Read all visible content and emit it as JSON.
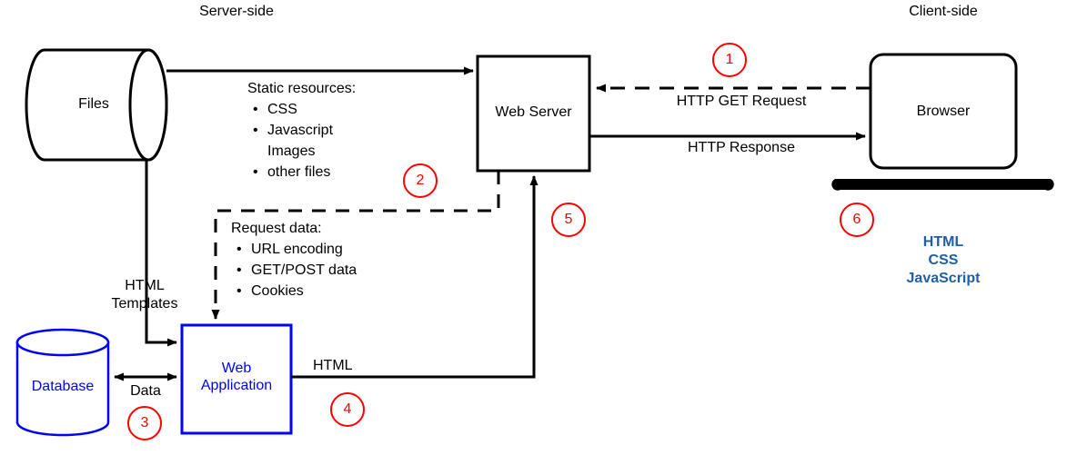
{
  "diagram": {
    "title_left": "Server-side",
    "title_right": "Client-side",
    "nodes": {
      "files": {
        "label": "Files",
        "shape": "cylinder-horizontal",
        "color": "#000000"
      },
      "database": {
        "label": "Database",
        "shape": "cylinder-vertical",
        "color": "#0000ff"
      },
      "web_application": {
        "label_line1": "Web",
        "label_line2": "Application",
        "shape": "rect",
        "color": "#0000ff"
      },
      "web_server": {
        "label": "Web Server",
        "shape": "rect",
        "color": "#000000"
      },
      "browser": {
        "label": "Browser",
        "shape": "rounded-rect",
        "color": "#000000"
      }
    },
    "edge_labels": {
      "http_get_request": "HTTP GET Request",
      "http_response": "HTTP Response",
      "html_templates_line1": "HTML",
      "html_templates_line2": "Templates",
      "data": "Data",
      "html": "HTML"
    },
    "static_resources": {
      "heading": "Static resources:",
      "items": [
        {
          "text": "CSS",
          "bullet": true
        },
        {
          "text": "Javascript",
          "bullet": true
        },
        {
          "text": "Images",
          "bullet": false
        },
        {
          "text": "other files",
          "bullet": true
        }
      ]
    },
    "request_data": {
      "heading": "Request data:",
      "items": [
        {
          "text": "URL encoding",
          "bullet": true
        },
        {
          "text": "GET/POST data",
          "bullet": true
        },
        {
          "text": "Cookies",
          "bullet": true
        }
      ]
    },
    "client_stack": {
      "line1": "HTML",
      "line2": "CSS",
      "line3": "JavaScript",
      "color": "#1f5ea8"
    },
    "steps": [
      {
        "number": "1"
      },
      {
        "number": "2"
      },
      {
        "number": "3"
      },
      {
        "number": "4"
      },
      {
        "number": "5"
      },
      {
        "number": "6"
      }
    ],
    "colors": {
      "stroke": "#000000",
      "blue": "#0000ff",
      "red": "#ff0000",
      "stack_blue": "#1f5ea8"
    }
  }
}
